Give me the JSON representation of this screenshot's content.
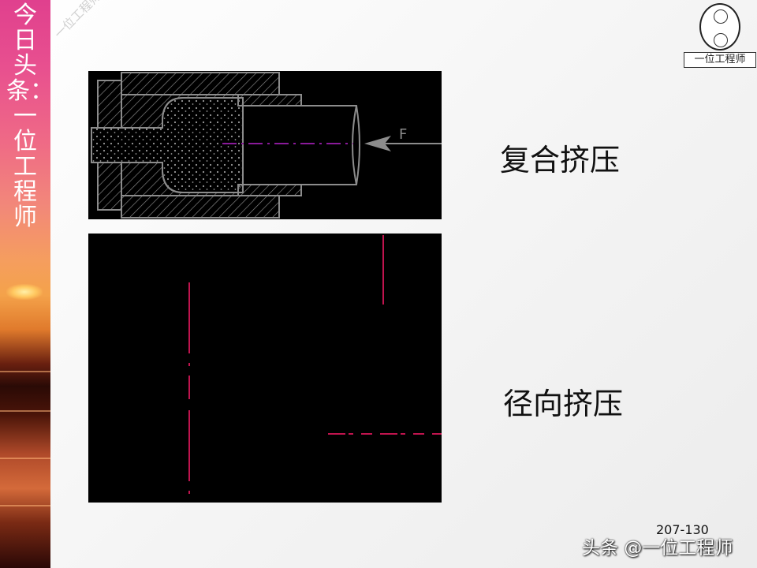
{
  "sidebar": {
    "text": "今日头条：一位工程师"
  },
  "watermark": {
    "diagonal": "一位工程师",
    "footer": "头条 @一位工程师"
  },
  "logo": {
    "label": "一位工程师"
  },
  "slide": {
    "top_caption": "复合挤压",
    "bottom_caption": "径向挤压",
    "force_label": "F",
    "page_number": "207-130"
  },
  "colors": {
    "centerline": "#8a1a9a",
    "bottom_lines": "#c0144e",
    "outline": "#8c8c8c"
  }
}
